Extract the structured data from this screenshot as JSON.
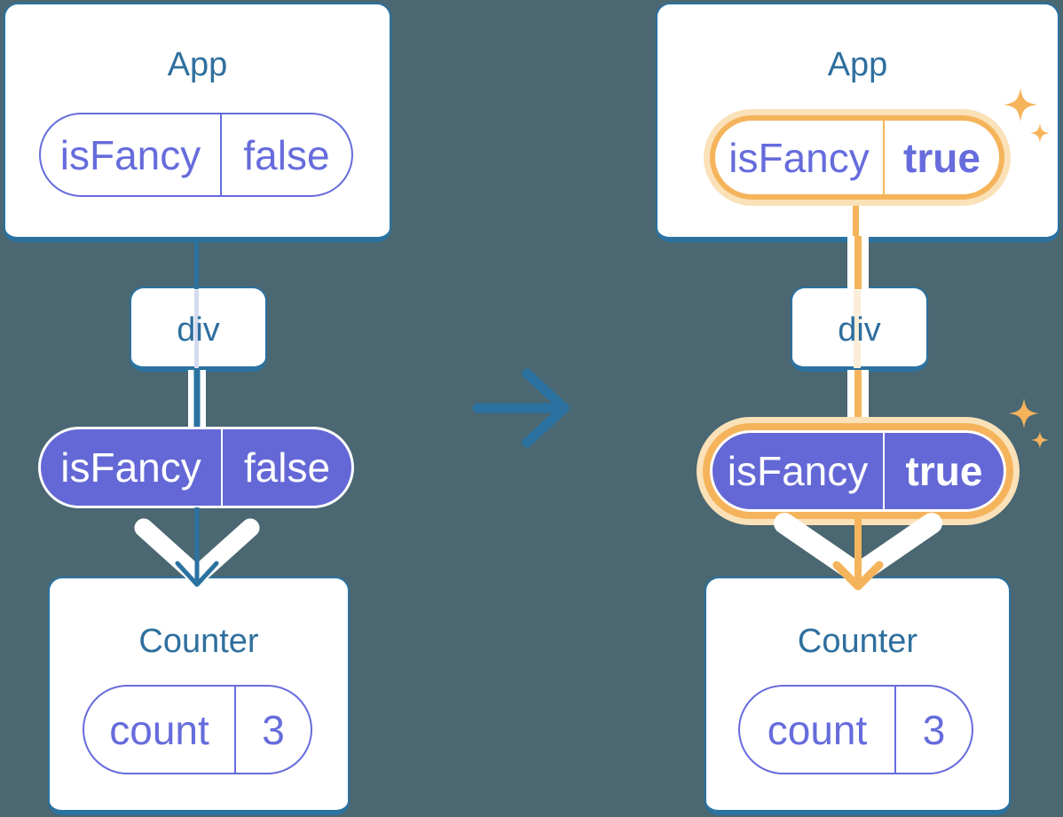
{
  "colors": {
    "background": "#4A6772",
    "teal": "#2B72A0",
    "title": "#2F6F9E",
    "purple": "#666CDC",
    "purple_fill": "#6468D6",
    "lavender_faint": "#D5DBEF",
    "orange": "#F5B45B",
    "orange_light": "#FAE1B8",
    "orange_faint": "#FBEED8",
    "white": "#FFFFFF"
  },
  "icons": {
    "transition": "arrow-right-icon",
    "flow_before": "arrow-down-icon",
    "flow_after": "arrow-down-icon",
    "chevron": "white-chevron-arrow-icon",
    "highlight": "sparkles-icon"
  },
  "before": {
    "app": {
      "title": "App",
      "prop": {
        "name": "isFancy",
        "value": "false"
      }
    },
    "div_node": {
      "label": "div"
    },
    "context": {
      "name": "isFancy",
      "value": "false"
    },
    "counter": {
      "title": "Counter",
      "state": {
        "name": "count",
        "value": "3"
      }
    }
  },
  "after": {
    "app": {
      "title": "App",
      "prop": {
        "name": "isFancy",
        "value": "true"
      }
    },
    "div_node": {
      "label": "div"
    },
    "context": {
      "name": "isFancy",
      "value": "true"
    },
    "counter": {
      "title": "Counter",
      "state": {
        "name": "count",
        "value": "3"
      }
    }
  }
}
